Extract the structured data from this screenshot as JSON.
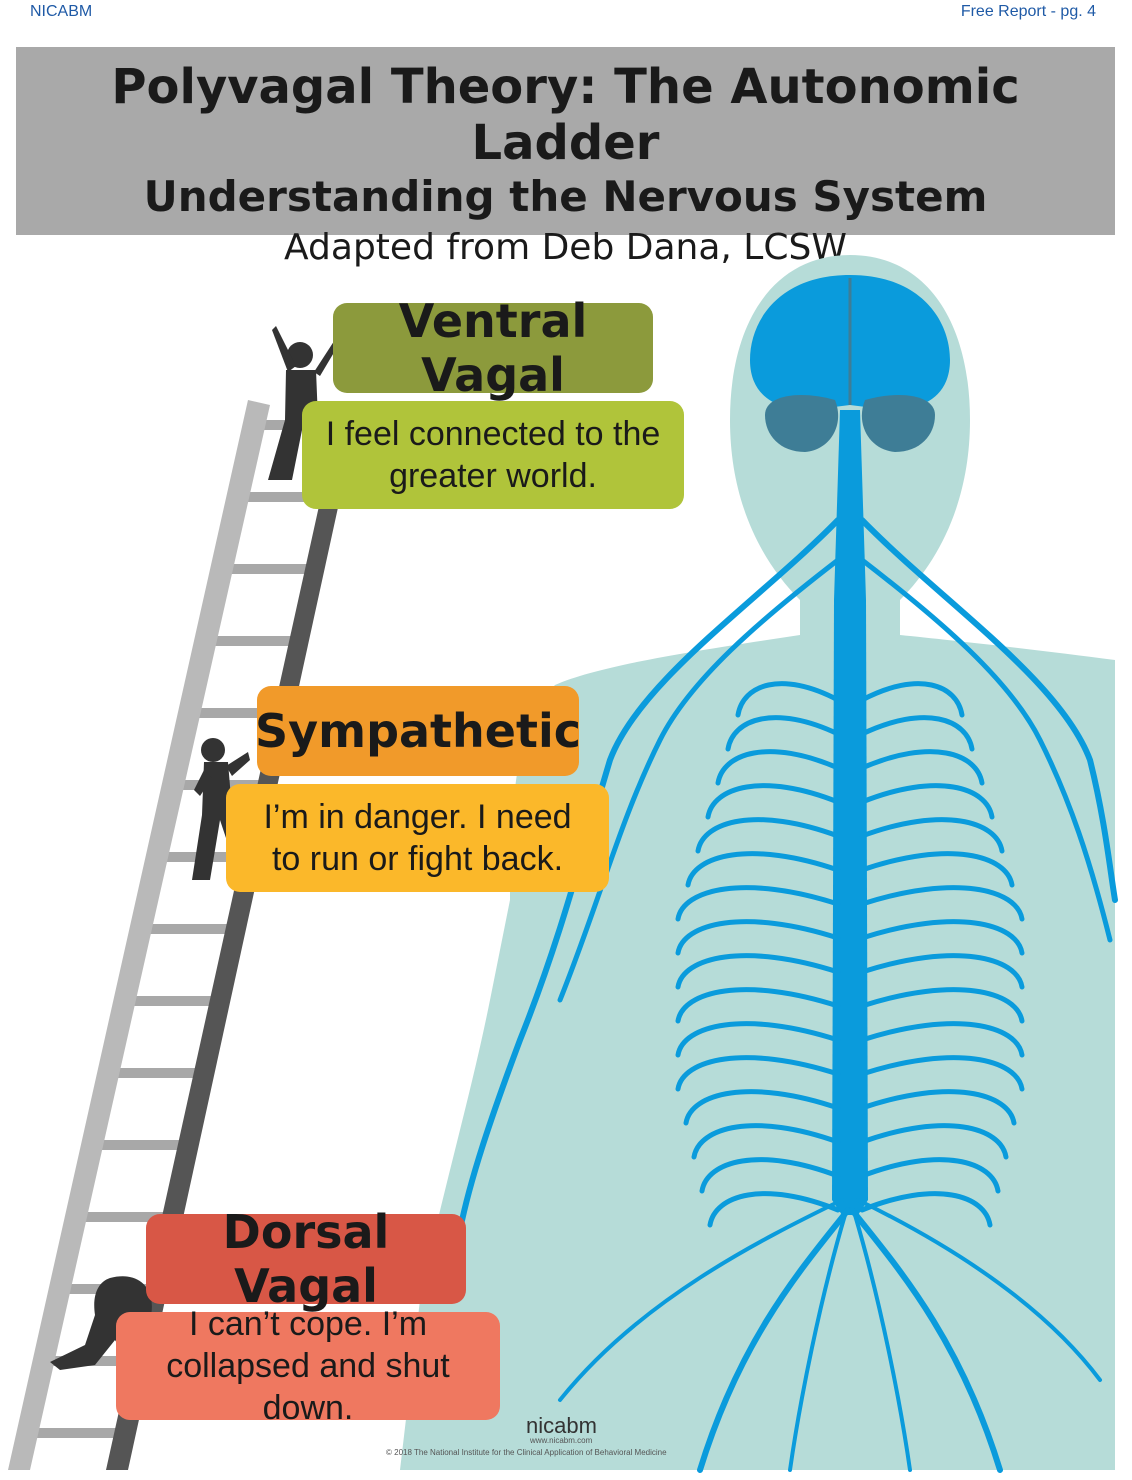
{
  "header": {
    "left": "NICABM",
    "right": "Free Report - pg. 4"
  },
  "banner": {
    "title": "Polyvagal Theory: The Autonomic Ladder",
    "subtitle": "Understanding the Nervous System",
    "credit": "Adapted from Deb Dana, LCSW"
  },
  "states": {
    "ventral": {
      "label": "Ventral Vagal",
      "text": "I feel connected to the greater world.",
      "head_color": "#8c9a3c",
      "body_color": "#b0c43a"
    },
    "sympathetic": {
      "label": "Sympathetic",
      "text": "I’m in danger.  I need to run or fight back.",
      "head_color": "#f19a2a",
      "body_color": "#fbb82a"
    },
    "dorsal": {
      "label": "Dorsal Vagal",
      "text": "I can’t cope.  I’m collapsed and shut down.",
      "head_color": "#d85746",
      "body_color": "#ef7860"
    }
  },
  "colors": {
    "body_silhouette": "#b6dcd8",
    "nerves": "#0a9bdc",
    "brain": "#0a9bdc",
    "cerebellum": "#3e7d96",
    "ladder": "#b9b9b9",
    "figure": "#333333"
  },
  "footer": {
    "logo": "nicabm",
    "url": "www.nicabm.com",
    "copyright": "© 2018 The National Institute for the Clinical Application of Behavioral Medicine"
  }
}
